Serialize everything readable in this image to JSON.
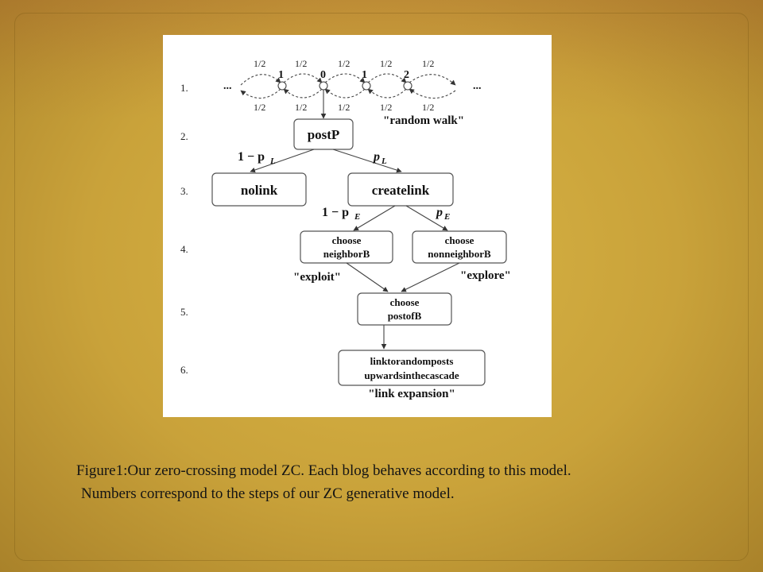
{
  "figure": {
    "steps": [
      "1.",
      "2.",
      "3.",
      "4.",
      "5.",
      "6."
    ],
    "walk": {
      "ellipsis": "...",
      "node_labels": [
        "1",
        "0",
        "1",
        "2"
      ],
      "probabilities": "1/2",
      "name": "\"random walk\""
    },
    "edges": {
      "no_link_prob": "1 − p",
      "no_link_sub": "L",
      "link_prob": "p",
      "link_sub": "L",
      "exploit_prob": "1 − p",
      "exploit_sub": "E",
      "explore_prob": "p",
      "explore_sub": "E"
    },
    "nodes": {
      "postP": "postP",
      "nolink": "nolink",
      "createlink": "createlink",
      "neighbor_line1": "choose",
      "neighbor_line2": "neighborB",
      "nonneighbor_line1": "choose",
      "nonneighbor_line2": "nonneighborB",
      "postofB_line1": "choose",
      "postofB_line2": "postofB",
      "expansion_line1": "linktorandomposts",
      "expansion_line2": "upwardsinthecascade"
    },
    "annotations": {
      "exploit": "\"exploit\"",
      "explore": "\"explore\"",
      "link_expansion": "\"link expansion\""
    }
  },
  "caption": {
    "line1": "Figure1:Our zero-crossing model ZC. Each blog behaves according to this model.",
    "line2": "Numbers correspond to the steps of our ZC generative model."
  }
}
